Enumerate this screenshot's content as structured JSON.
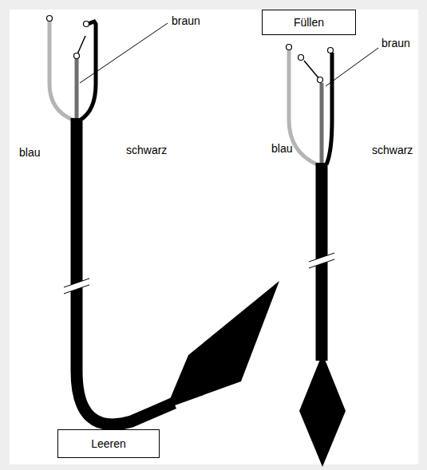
{
  "diagram": {
    "nodes": [
      {
        "text": [
          "Füllen"
        ]
      },
      {
        "text": [
          "Leeren"
        ]
      }
    ],
    "edges": [],
    "labels": [
      "braun",
      "blau",
      "schwarz",
      "blau",
      "schwarz",
      "braun"
    ]
  }
}
